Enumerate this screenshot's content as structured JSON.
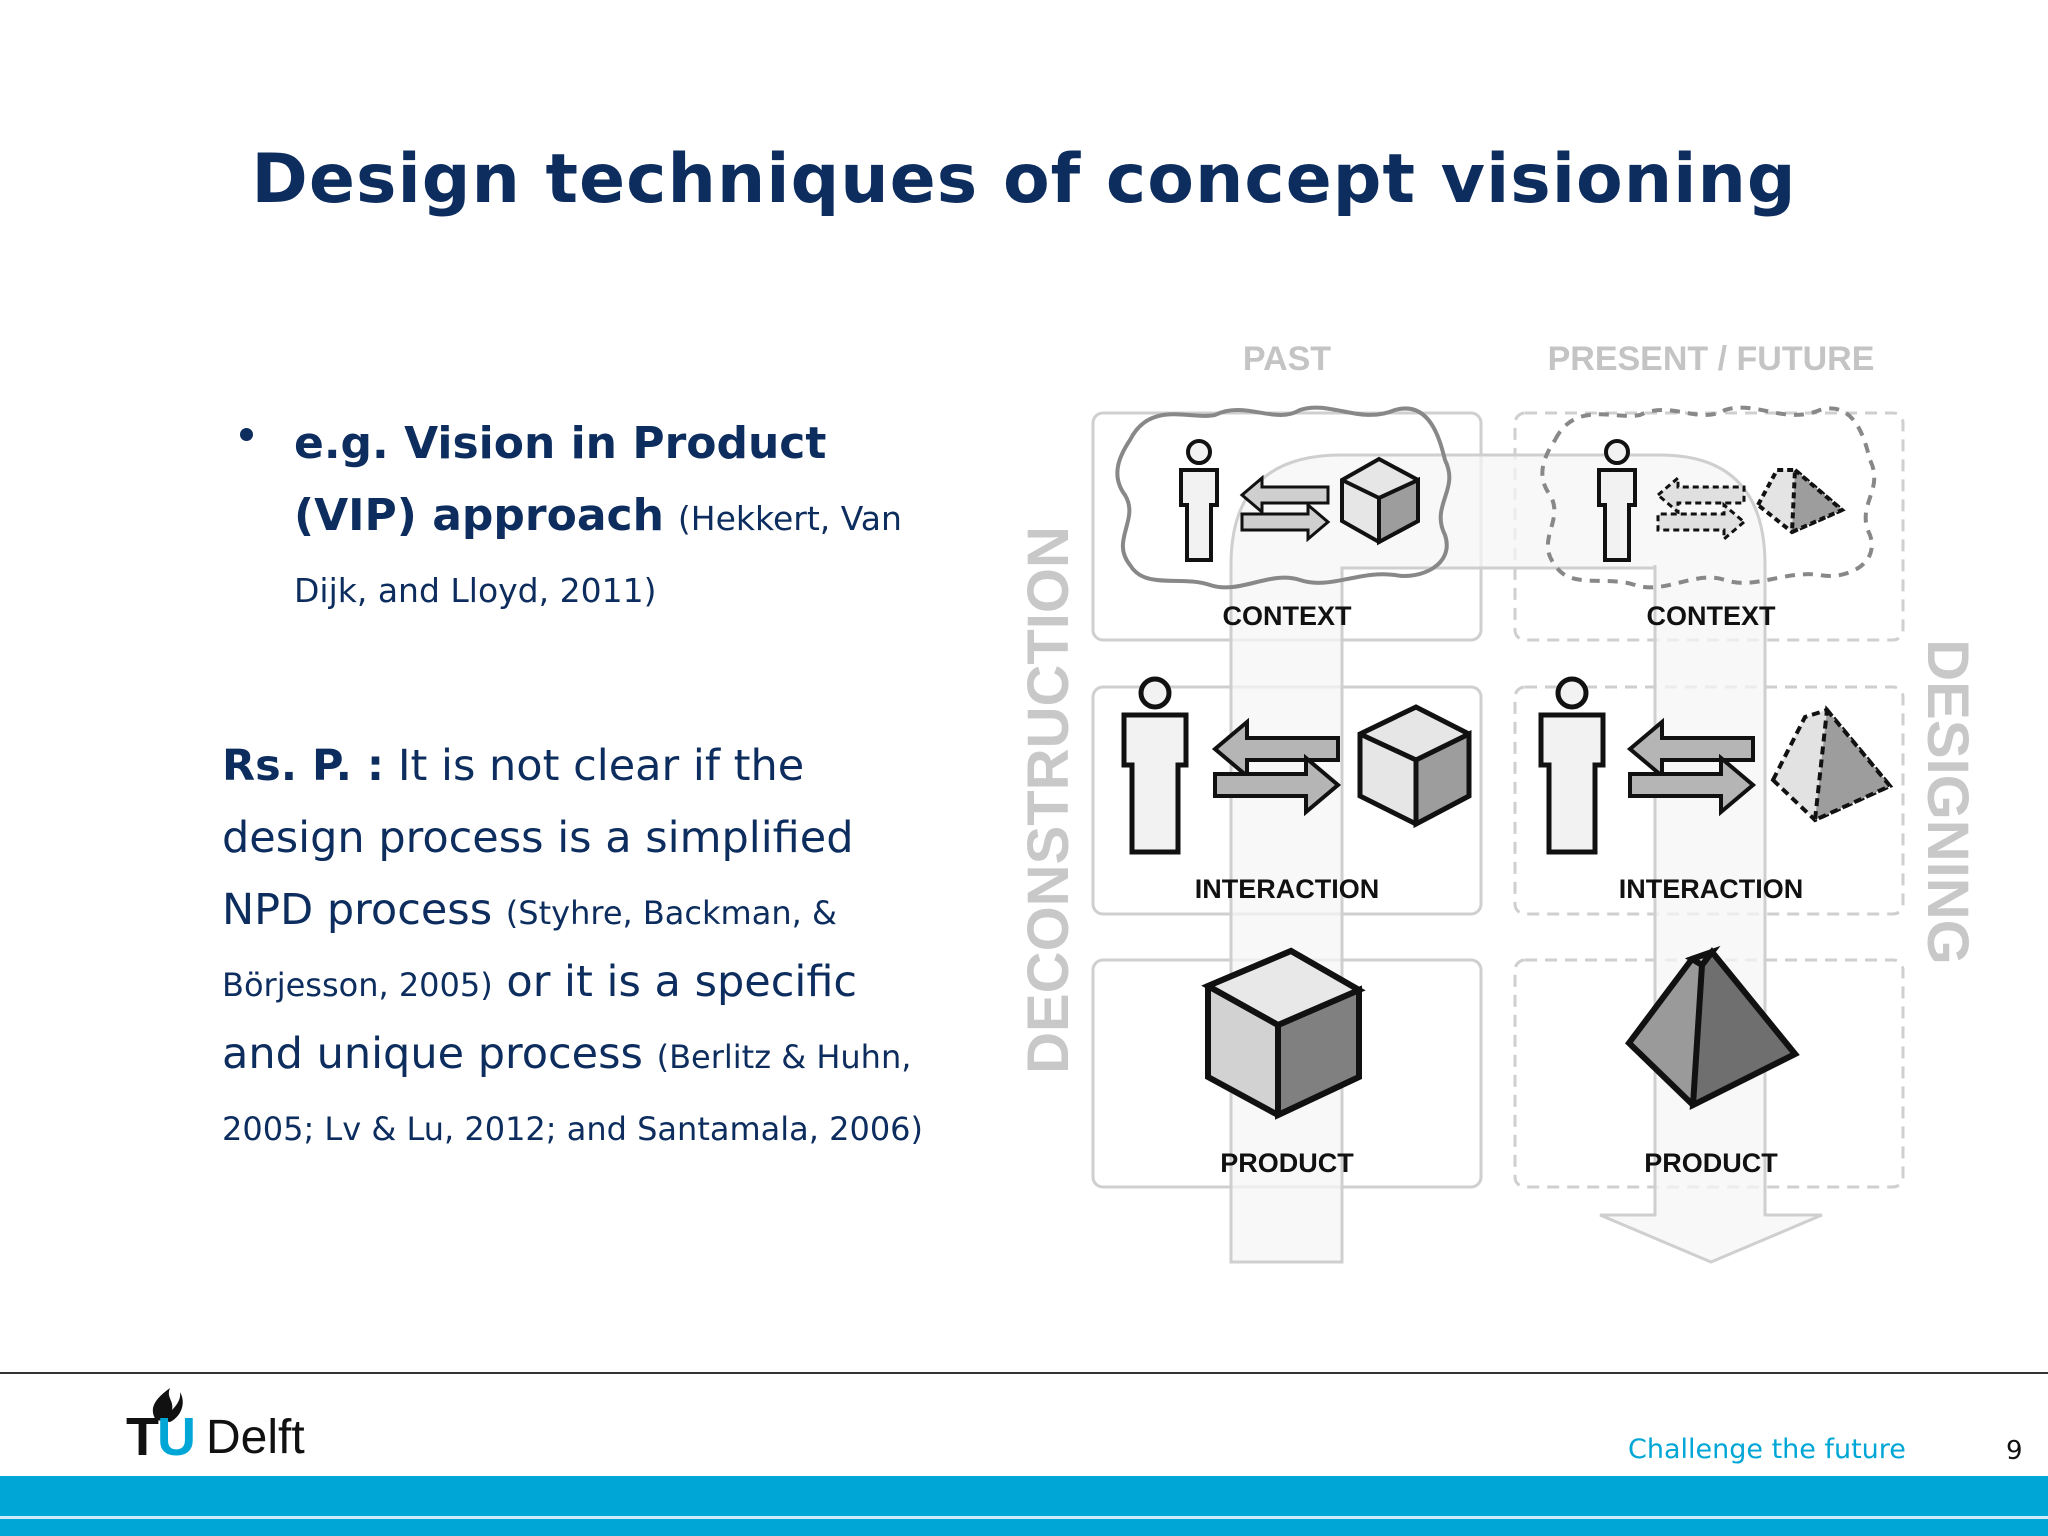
{
  "slide": {
    "title": "Design techniques of concept visioning",
    "page_number": "9"
  },
  "bullet": {
    "lead_bold": "e.g. Vision in Product (VIP) approach",
    "citation": "(Hekkert, Van Dijk, and Lloyd, 2011)"
  },
  "note": {
    "label": "Rs. P. :",
    "part1": "It is not clear if the design process is a simplified NPD process",
    "cite1": "(Styhre, Backman, & Börjesson, 2005)",
    "part2": "or it is a specific and unique process",
    "cite2": "(Berlitz & Huhn, 2005; Lv & Lu, 2012; and Santamala, 2006)"
  },
  "diagram": {
    "column_past": "PAST",
    "column_future": "PRESENT / FUTURE",
    "side_left": "DECONSTRUCTION",
    "side_right": "DESIGNING",
    "past_labels": {
      "context": "CONTEXT",
      "interaction": "INTERACTION",
      "product": "PRODUCT"
    },
    "future_labels": {
      "context": "CONTEXT",
      "interaction": "INTERACTION",
      "product": "PRODUCT"
    }
  },
  "footer": {
    "logo_text_tu": "TU",
    "logo_text_delft": "Delft",
    "slogan": "Challenge the future"
  },
  "colors": {
    "title_navy": "#0c2d5e",
    "accent_cyan": "#00a6d6",
    "diagram_gray": "#c8c8c8"
  }
}
